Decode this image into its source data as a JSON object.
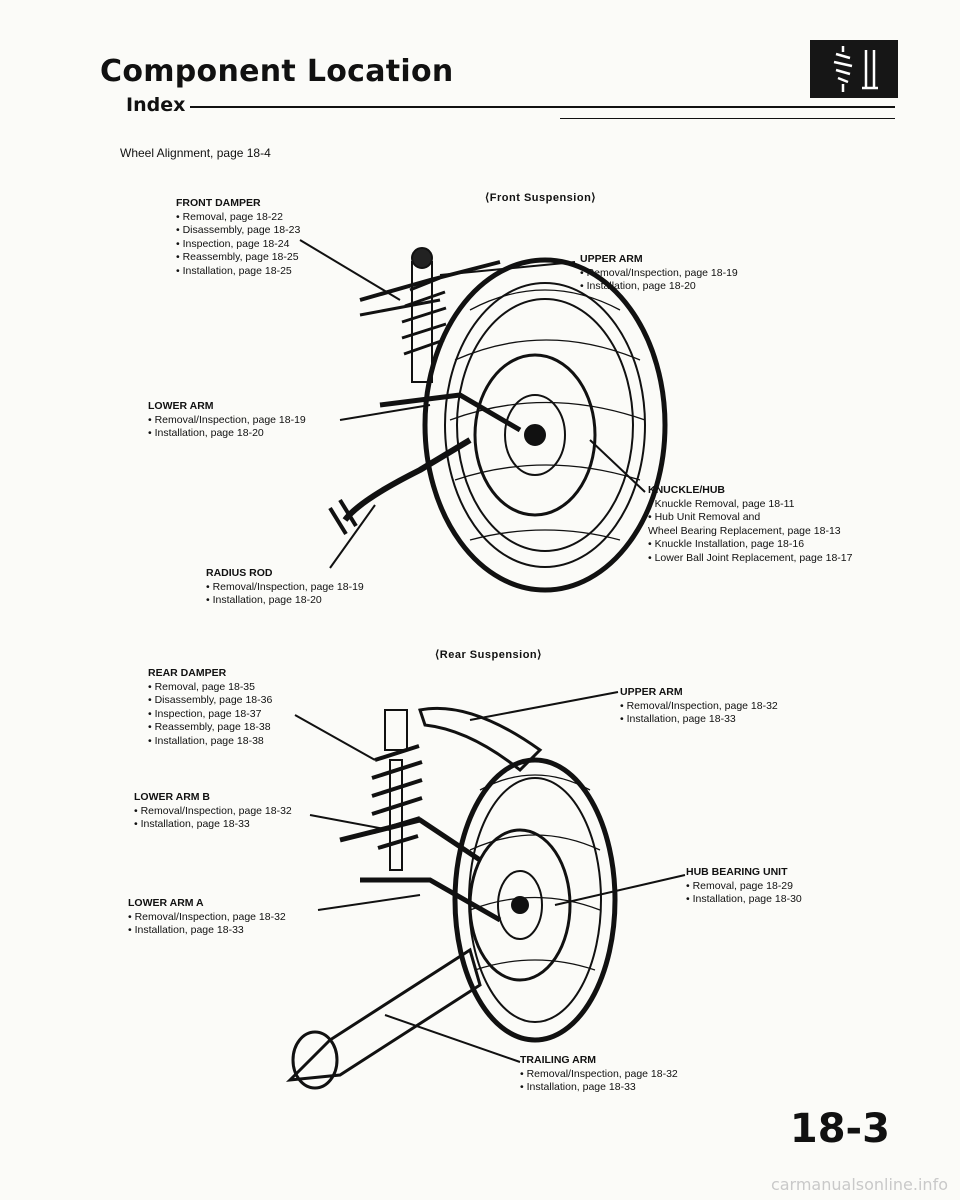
{
  "header": {
    "title": "Component Location",
    "subtitle": "Index"
  },
  "intro": "Wheel Alignment, page 18-4",
  "sections": {
    "front": "⟨Front Suspension⟩",
    "rear": "⟨Rear Suspension⟩"
  },
  "callouts": {
    "front_damper": {
      "head": "FRONT DAMPER",
      "items": [
        "• Removal, page 18-22",
        "• Disassembly, page 18-23",
        "• Inspection, page 18-24",
        "• Reassembly, page 18-25",
        "• Installation, page 18-25"
      ]
    },
    "front_upper_arm": {
      "head": "UPPER ARM",
      "items": [
        "• Removal/Inspection, page 18-19",
        "• Installation, page 18-20"
      ]
    },
    "front_lower_arm": {
      "head": "LOWER ARM",
      "items": [
        "• Removal/Inspection, page 18-19",
        "• Installation, page 18-20"
      ]
    },
    "knuckle_hub": {
      "head": "KNUCKLE/HUB",
      "items": [
        "• Knuckle Removal, page 18-11",
        "• Hub Unit Removal and",
        "   Wheel Bearing Replacement, page 18-13",
        "• Knuckle Installation, page 18-16",
        "• Lower Ball Joint Replacement, page 18-17"
      ]
    },
    "radius_rod": {
      "head": "RADIUS ROD",
      "items": [
        "• Removal/Inspection, page 18-19",
        "• Installation, page 18-20"
      ]
    },
    "rear_damper": {
      "head": "REAR DAMPER",
      "items": [
        "• Removal, page 18-35",
        "• Disassembly, page 18-36",
        "• Inspection, page 18-37",
        "• Reassembly, page 18-38",
        "• Installation, page 18-38"
      ]
    },
    "rear_upper_arm": {
      "head": "UPPER ARM",
      "items": [
        "• Removal/Inspection, page 18-32",
        "• Installation, page 18-33"
      ]
    },
    "lower_arm_b": {
      "head": "LOWER ARM B",
      "items": [
        "• Removal/Inspection, page 18-32",
        "• Installation, page 18-33"
      ]
    },
    "lower_arm_a": {
      "head": "LOWER ARM A",
      "items": [
        "• Removal/Inspection, page 18-32",
        "• Installation, page 18-33"
      ]
    },
    "hub_bearing": {
      "head": "HUB BEARING UNIT",
      "items": [
        "• Removal, page 18-29",
        "• Installation, page 18-30"
      ]
    },
    "trailing_arm": {
      "head": "TRAILING ARM",
      "items": [
        "• Removal/Inspection, page 18-32",
        "• Installation, page 18-33"
      ]
    }
  },
  "page_number": "18-3",
  "watermark": "carmanualsonline.info",
  "badge_icon": "suspension-spring-icon"
}
